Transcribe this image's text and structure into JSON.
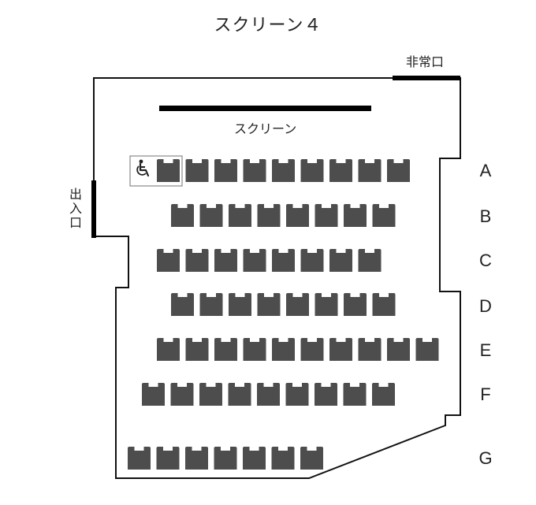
{
  "title": "スクリーン４",
  "screen_label": "スクリーン",
  "emergency_exit_label": "非常口",
  "entrance_label": [
    "出",
    "入",
    "口"
  ],
  "wheelchair_icon": "wheelchair-icon",
  "seat_color": "#4d4d4d",
  "rows": [
    {
      "label": "A",
      "seat_count": 9,
      "wheelchair_spaces": 1
    },
    {
      "label": "B",
      "seat_count": 8,
      "wheelchair_spaces": 0
    },
    {
      "label": "C",
      "seat_count": 8,
      "wheelchair_spaces": 0
    },
    {
      "label": "D",
      "seat_count": 8,
      "wheelchair_spaces": 0
    },
    {
      "label": "E",
      "seat_count": 10,
      "wheelchair_spaces": 0
    },
    {
      "label": "F",
      "seat_count": 9,
      "wheelchair_spaces": 0
    },
    {
      "label": "G",
      "seat_count": 7,
      "wheelchair_spaces": 0
    }
  ]
}
